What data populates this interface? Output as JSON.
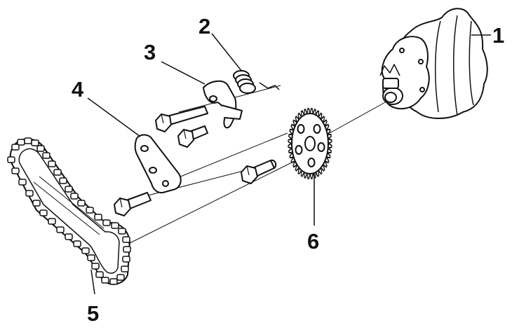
{
  "callouts": [
    {
      "id": "pump",
      "label": "1"
    },
    {
      "id": "spring",
      "label": "2"
    },
    {
      "id": "tensioner",
      "label": "3"
    },
    {
      "id": "chain-guide",
      "label": "4"
    },
    {
      "id": "chain",
      "label": "5"
    },
    {
      "id": "sprocket",
      "label": "6"
    }
  ],
  "colors": {
    "line": "#111111",
    "fill": "#ffffff",
    "shade": "#e8e8e8"
  }
}
